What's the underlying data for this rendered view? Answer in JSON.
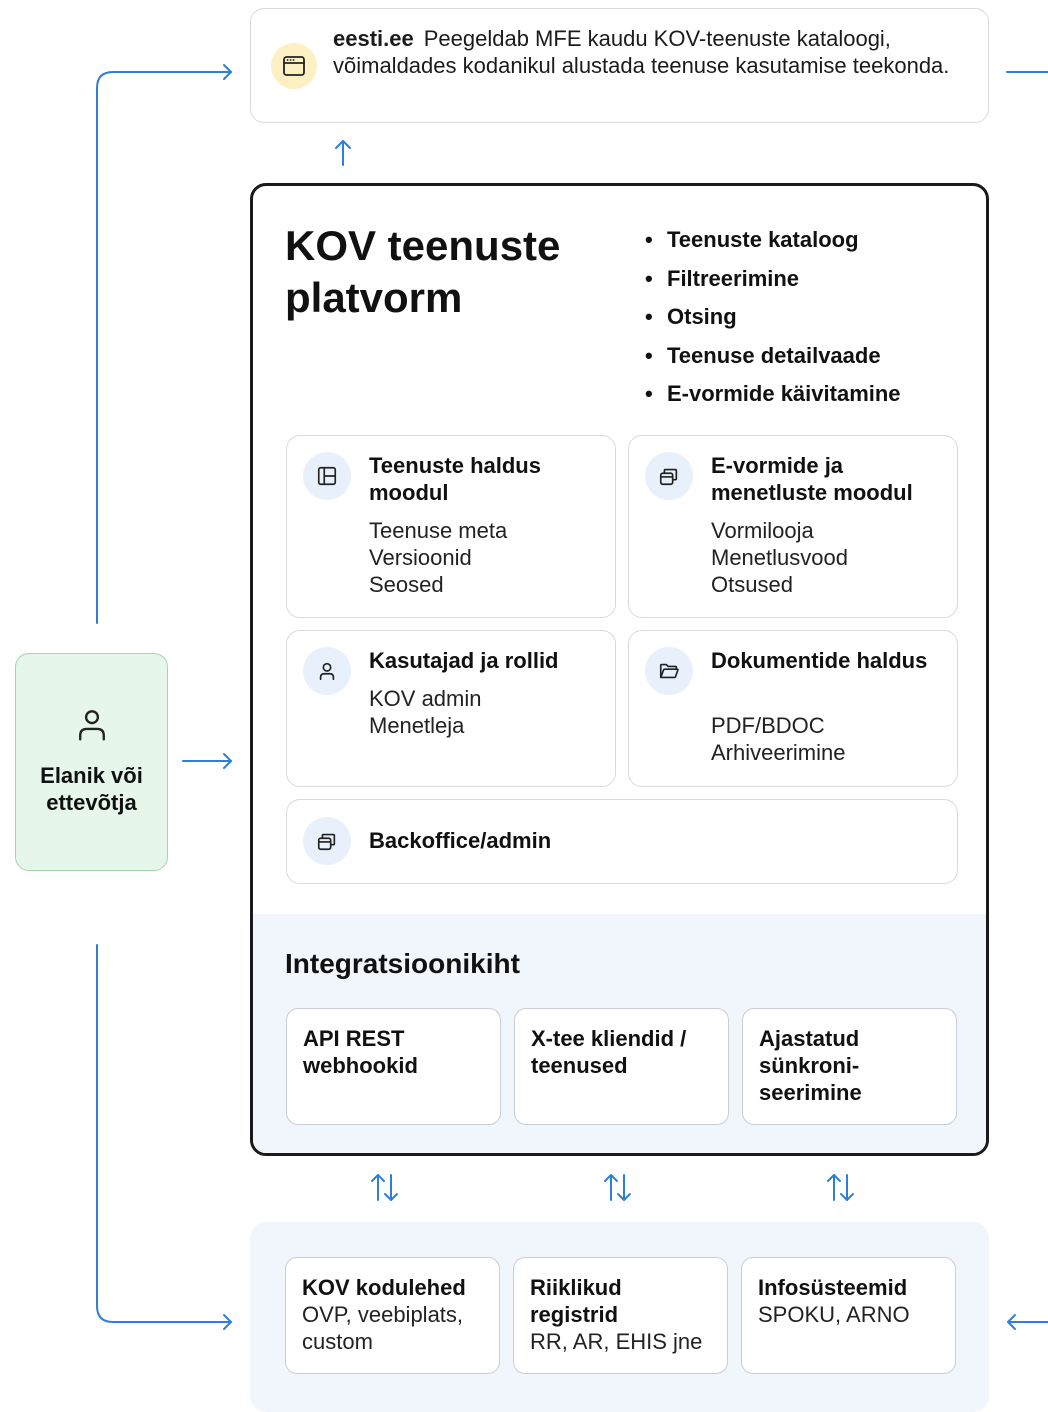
{
  "eesti": {
    "title": "eesti.ee",
    "description": "Peegeldab MFE kaudu KOV-teenuste kataloogi, võimaldades kodanikul alustada teenuse kasutamise teekonda."
  },
  "platform": {
    "title": "KOV teenuste platvorm",
    "features": [
      "Teenuste kataloog",
      "Filtreerimine",
      "Otsing",
      "Teenuse detailvaade",
      "E-vormide käivitamine"
    ],
    "modules": [
      {
        "title": "Teenuste haldus moodul",
        "icon": "layout-icon",
        "lines": [
          "Teenuse meta",
          "Versioonid",
          "Seosed"
        ]
      },
      {
        "title": "E-vormide ja menetluste moodul",
        "icon": "stack-icon",
        "lines": [
          "Vormilooja",
          "Menetlusvood",
          "Otsused"
        ]
      },
      {
        "title": "Kasutajad ja rollid",
        "icon": "user-icon",
        "lines": [
          "KOV admin",
          "Menetleja"
        ]
      },
      {
        "title": "Dokumentide haldus",
        "icon": "folder-icon",
        "lines": [
          "PDF/BDOC",
          "Arhiveerimine"
        ]
      }
    ],
    "backoffice": {
      "title": "Backoffice/admin",
      "icon": "stack-icon"
    }
  },
  "integration": {
    "title": "Integratsioonikiht",
    "items": [
      "API REST webhookid",
      "X-tee kliendid / teenused",
      "Ajastatud sünkroni-seerimine"
    ]
  },
  "systems": [
    {
      "title": "KOV kodulehed",
      "desc": "OVP, veebiplats, custom"
    },
    {
      "title": "Riiklikud registrid",
      "desc": "RR, AR, EHIS jne"
    },
    {
      "title": "Infosüsteemid",
      "desc": "SPOKU, ARNO"
    }
  ],
  "actor": {
    "label": "Elanik või ettevõtja",
    "icon": "user-icon"
  },
  "colors": {
    "arrow": "#2f7fd8",
    "icon_bg_blue": "#e7f0fb",
    "icon_bg_yellow": "#fdf0c2",
    "actor_bg": "#e6f6ea",
    "actor_border": "#9fd8ad",
    "integration_bg": "#f1f6fd"
  }
}
